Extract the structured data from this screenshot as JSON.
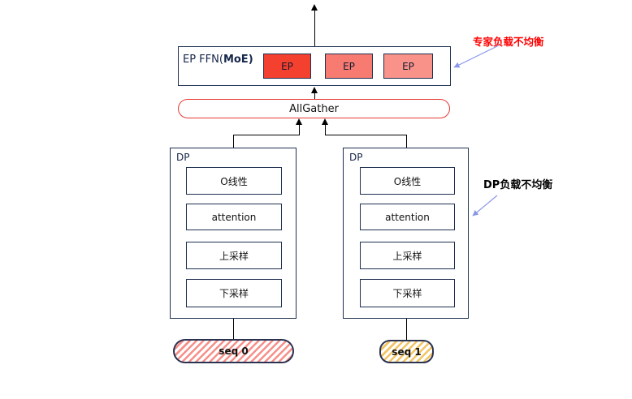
{
  "diagram": {
    "ep_ffn": {
      "label_prefix": "EP FFN(",
      "label_bold": "MoE",
      "label_suffix": ")",
      "experts": [
        {
          "label": "EP",
          "color": "#f4402e"
        },
        {
          "label": "EP",
          "color": "#f87b72"
        },
        {
          "label": "EP",
          "color": "#f9938a"
        }
      ]
    },
    "allgather": {
      "label": "AllGather",
      "border_color": "#e53935"
    },
    "dp_groups": [
      {
        "label": "DP",
        "layers": [
          "O线性",
          "attention",
          "上采样",
          "下采样"
        ]
      },
      {
        "label": "DP",
        "layers": [
          "O线性",
          "attention",
          "上采样",
          "下采样"
        ]
      }
    ],
    "sequences": [
      {
        "label": "seq 0",
        "hatch_color": "#f4756c"
      },
      {
        "label": "seq 1",
        "hatch_color": "#f0b63c"
      }
    ],
    "annotations": [
      {
        "text": "专家负载不均衡",
        "color": "#ff0000"
      },
      {
        "text": "DP负载不均衡",
        "color": "#000000"
      }
    ],
    "colors": {
      "box_border": "#1e2f50",
      "connector": "#000000",
      "callout_arrow": "#8a96e8"
    }
  }
}
